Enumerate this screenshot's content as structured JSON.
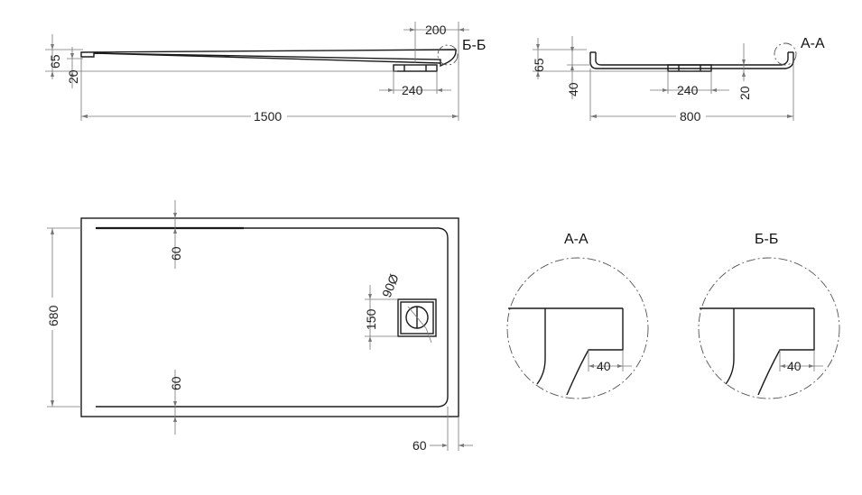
{
  "side_view_long": {
    "dims": {
      "drain_offset": "200",
      "drain_width": "240",
      "length": "1500",
      "height": "65",
      "base": "20"
    },
    "section_label": "Б-Б"
  },
  "side_view_short": {
    "dims": {
      "height": "65",
      "edge": "40",
      "drain_width": "240",
      "base": "20",
      "width": "800"
    },
    "section_label": "А-А"
  },
  "top_view": {
    "dims": {
      "rim_top": "60",
      "rim_bottom": "60",
      "width": "680",
      "drain_box": "150",
      "drain_dia": "90Ø",
      "rim_right": "60"
    }
  },
  "detail_a": {
    "title": "А-А",
    "dim": "40"
  },
  "detail_b": {
    "title": "Б-Б",
    "dim": "40"
  }
}
